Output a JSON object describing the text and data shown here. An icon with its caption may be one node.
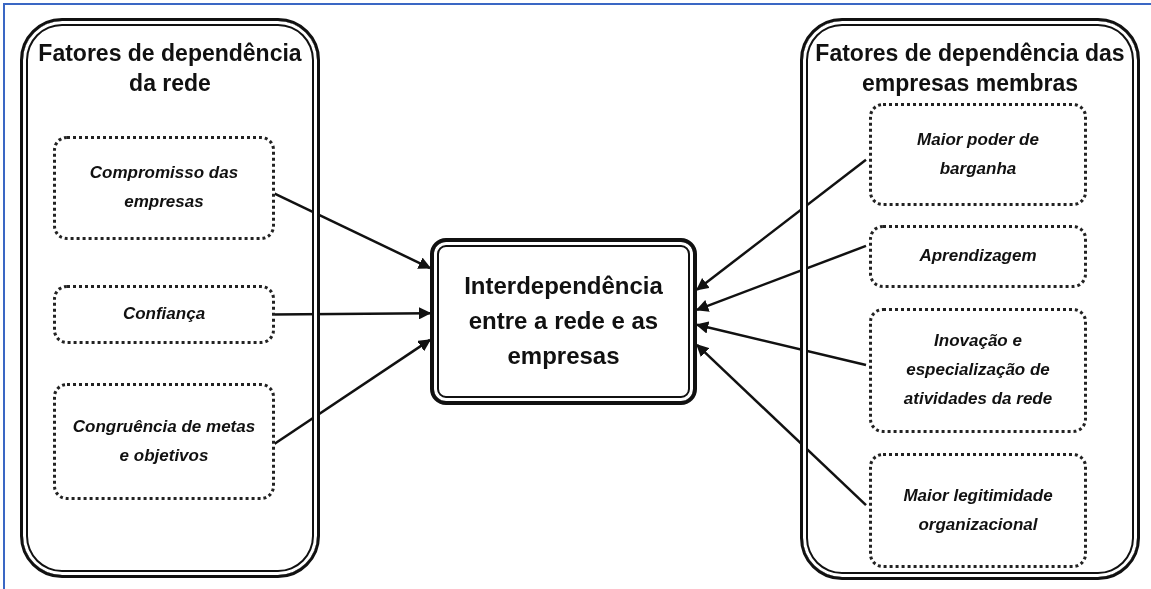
{
  "diagram": {
    "nodes": [
      {
        "text": [
          "Fatores de dependência da rede"
        ]
      },
      {
        "text": [
          "Compromisso das empresas"
        ],
        "in": 0
      },
      {
        "text": [
          "Confiança"
        ],
        "in": 0
      },
      {
        "text": [
          "Congruência de metas e objetivos"
        ],
        "in": 0
      },
      {
        "text": [
          "Interdependência entre a rede e as empresas"
        ]
      },
      {
        "text": [
          "Fatores de dependência das empresas membras"
        ]
      },
      {
        "text": [
          "Maior poder de barganha"
        ],
        "in": 5
      },
      {
        "text": [
          "Aprendizagem"
        ],
        "in": 5
      },
      {
        "text": [
          "Inovação e especialização de atividades da rede"
        ],
        "in": 5
      },
      {
        "text": [
          "Maior legitimidade organizacional"
        ],
        "in": 5
      }
    ],
    "edges": [
      {
        "from": 1,
        "to": 4,
        "arrow": "to"
      },
      {
        "from": 2,
        "to": 4,
        "arrow": "to"
      },
      {
        "from": 3,
        "to": 4,
        "arrow": "to"
      },
      {
        "from": 6,
        "to": 4,
        "arrow": "to"
      },
      {
        "from": 7,
        "to": 4,
        "arrow": "to"
      },
      {
        "from": 8,
        "to": 4,
        "arrow": "to"
      },
      {
        "from": 9,
        "to": 4,
        "arrow": "to"
      }
    ]
  }
}
